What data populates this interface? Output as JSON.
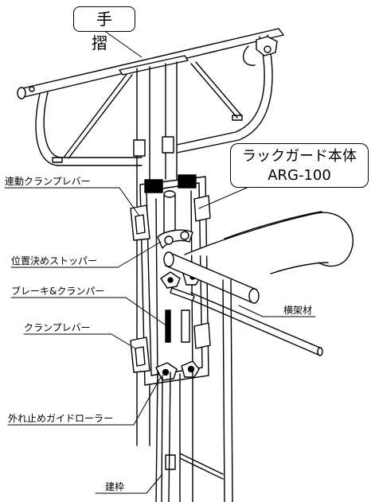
{
  "title": "手 摺",
  "product": {
    "name": "ラックガード本体",
    "model": "ARG-100"
  },
  "labels": {
    "link_clamp_lever": "連動クランプレバー",
    "positioning_stopper": "位置決めストッパー",
    "brake_clamper": "ブレーキ&クランパー",
    "clamp_lever": "クランプレバー",
    "roller": "外れ止めガイドローラー",
    "cross_member": "横架材",
    "frame": "建枠"
  }
}
